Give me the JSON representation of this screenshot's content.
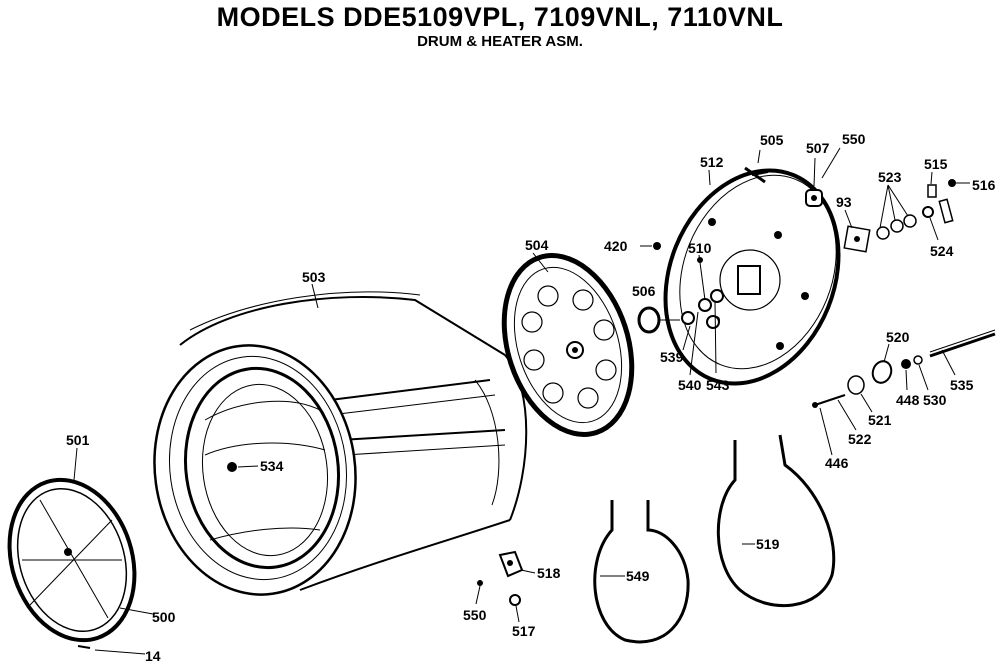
{
  "header": {
    "title": "MODELS DDE5109VPL, 7109VNL, 7110VNL",
    "subtitle": "DRUM & HEATER ASM."
  },
  "parts": {
    "p14": "14",
    "p93": "93",
    "p420": "420",
    "p446": "446",
    "p448": "448",
    "p500": "500",
    "p501": "501",
    "p503": "503",
    "p504": "504",
    "p505": "505",
    "p506": "506",
    "p507": "507",
    "p510": "510",
    "p512": "512",
    "p515": "515",
    "p516": "516",
    "p517": "517",
    "p518": "518",
    "p519": "519",
    "p520": "520",
    "p521": "521",
    "p522": "522",
    "p523": "523",
    "p524": "524",
    "p530": "530",
    "p534": "534",
    "p535": "535",
    "p539": "539",
    "p540": "540",
    "p543": "543",
    "p549": "549",
    "p550a": "550",
    "p550b": "550"
  }
}
